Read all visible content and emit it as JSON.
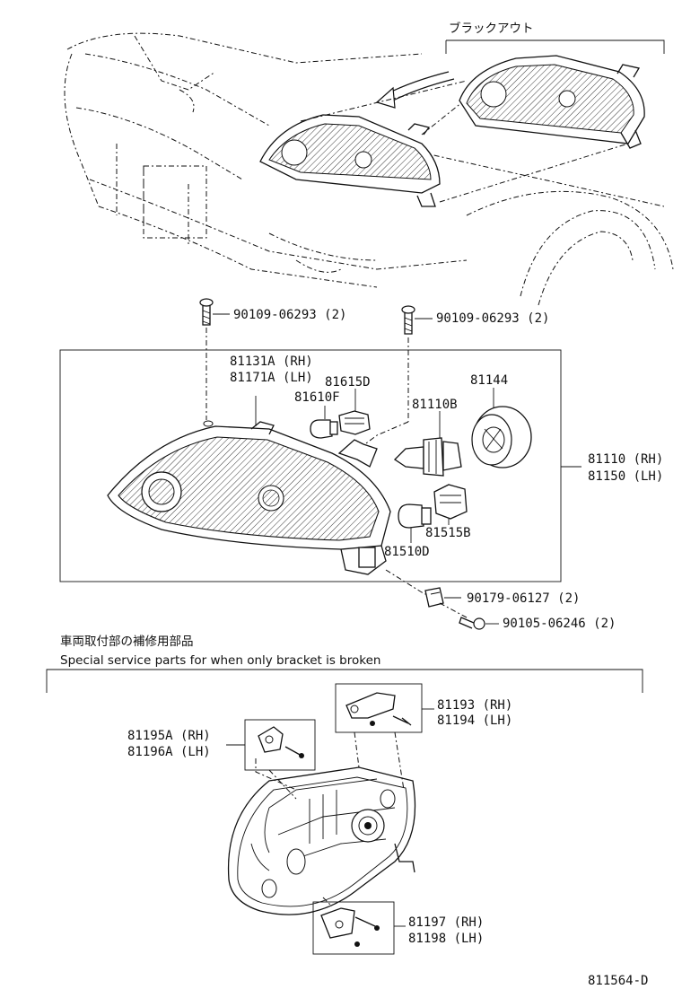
{
  "labels": {
    "blackout": "ブラックアウト",
    "screw_a_1": "90109-06293 (2)",
    "screw_a_2": "90109-06293 (2)",
    "p81131A": "81131A (RH)",
    "p81171A": "81171A (LH)",
    "p81615D": "81615D",
    "p81610F": "81610F",
    "p81144": "81144",
    "p81110B": "81110B",
    "p81110": "81110 (RH)",
    "p81150": "81150 (LH)",
    "p81515B": "81515B",
    "p81510D": "81510D",
    "nut": "90179-06127 (2)",
    "screw_b": "90105-06246 (2)",
    "jp_note": "車両取付部の補修用部品",
    "en_note": "Special service parts for when only bracket is broken",
    "p81193": "81193 (RH)",
    "p81194": "81194 (LH)",
    "p81195A": "81195A (RH)",
    "p81196A": "81196A (LH)",
    "p81197": "81197 (RH)",
    "p81198": "81198 (LH)",
    "diagram_id": "811564-D"
  }
}
